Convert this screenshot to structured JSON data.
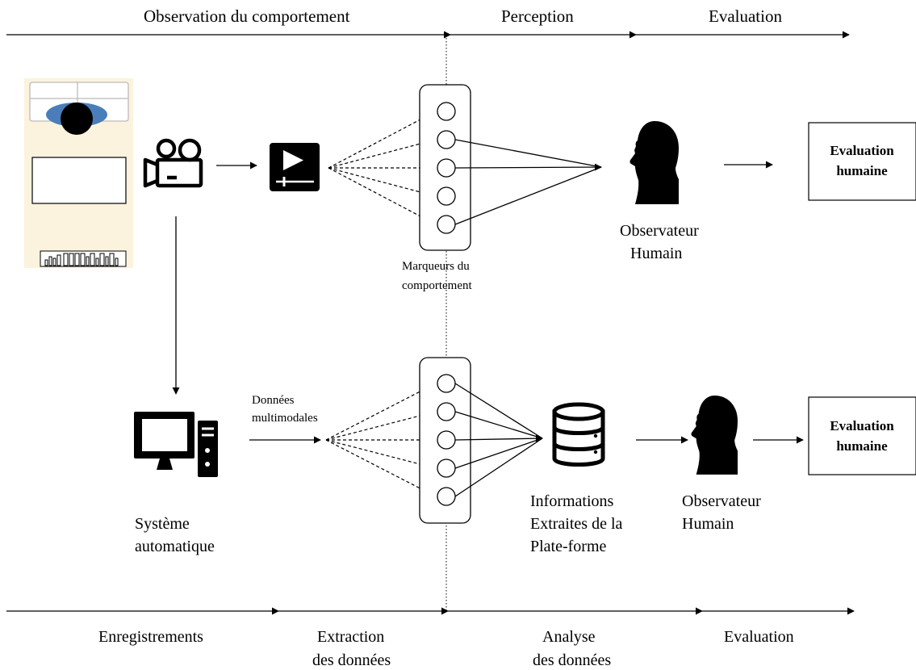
{
  "top_phases": {
    "observation": "Observation du comportement",
    "perception": "Perception",
    "evaluation": "Evaluation"
  },
  "bottom_phases": {
    "recordings": "Enregistrements",
    "extraction_line1": "Extraction",
    "extraction_line2": "des données",
    "analysis_line1": "Analyse",
    "analysis_line2": "des données",
    "evaluation": "Evaluation"
  },
  "top_row": {
    "markers_line1": "Marqueurs du",
    "markers_line2": "comportement",
    "observer_line1": "Observateur",
    "observer_line2": "Humain",
    "eval_box_line1": "Evaluation",
    "eval_box_line2": "humaine"
  },
  "bottom_row": {
    "data_line1": "Données",
    "data_line2": "multimodales",
    "system_line1": "Système",
    "system_line2": "automatique",
    "info_line1": "Informations",
    "info_line2": "Extraites de la",
    "info_line3": "Plate-forme",
    "observer_line1": "Observateur",
    "observer_line2": "Humain",
    "eval_box_line1": "Evaluation",
    "eval_box_line2": "humaine"
  },
  "icons": {
    "room": "room-layout-icon",
    "camera": "video-camera-icon",
    "player": "video-player-icon",
    "head": "human-head-icon",
    "computer": "desktop-computer-icon",
    "database": "database-icon"
  },
  "colors": {
    "room_background": "#fbf3de",
    "ellipse": "#4a7ebb"
  }
}
